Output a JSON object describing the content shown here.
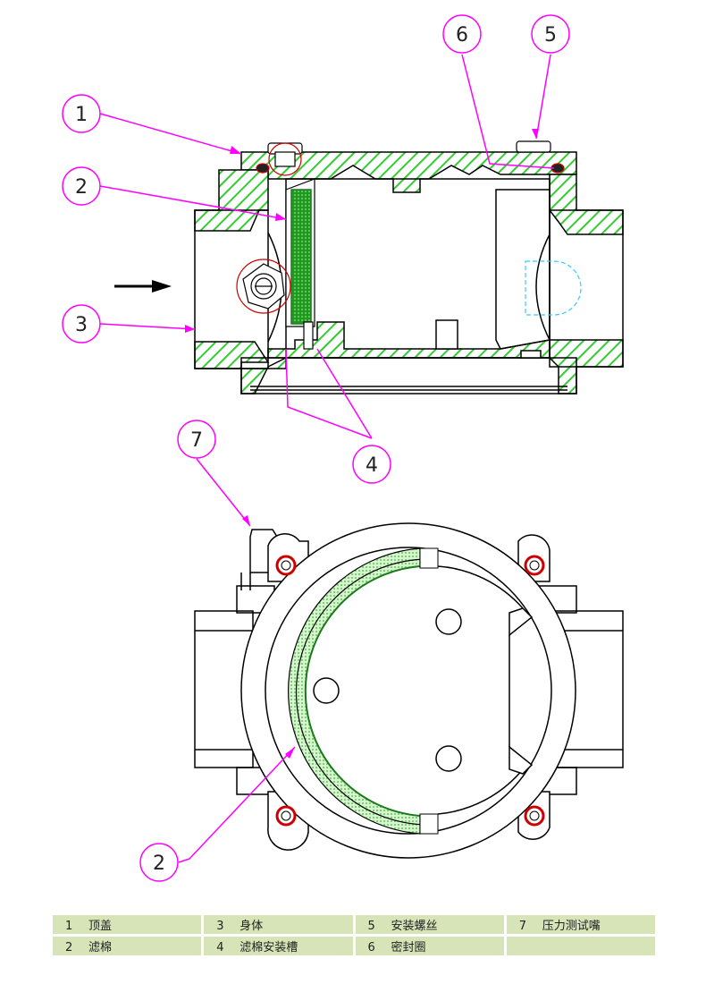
{
  "callouts": {
    "c1": "1",
    "c2": "2",
    "c3": "3",
    "c4": "4",
    "c5": "5",
    "c6": "6",
    "c7": "7",
    "c2b": "2"
  },
  "legend": {
    "rows": [
      [
        {
          "num": "1",
          "label": "顶盖"
        },
        {
          "num": "3",
          "label": "身体"
        },
        {
          "num": "5",
          "label": "安装螺丝"
        },
        {
          "num": "7",
          "label": "压力测试嘴"
        }
      ],
      [
        {
          "num": "2",
          "label": "滤棉"
        },
        {
          "num": "4",
          "label": "滤棉安装槽"
        },
        {
          "num": "6",
          "label": "密封圈"
        },
        {
          "num": "",
          "label": ""
        }
      ]
    ]
  },
  "colors": {
    "leader": "#ff00ff",
    "hatch": "#33cc33",
    "filter": "#22aa22",
    "seal": "#cc0000",
    "legend_bg": "#d6e4b8",
    "outline": "#000000",
    "hidden_line": "#33ccff"
  },
  "icons": {
    "flow_arrow": "arrow-right-icon"
  }
}
